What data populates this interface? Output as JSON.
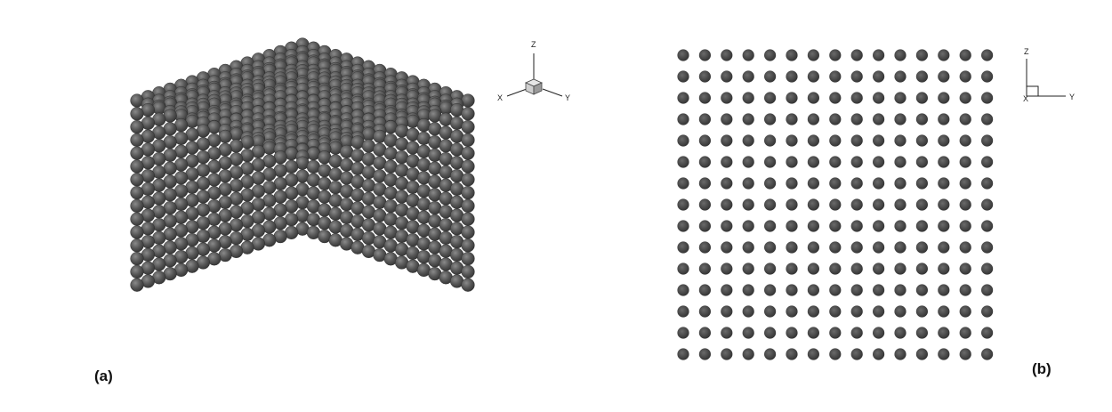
{
  "figure": {
    "panel_a": {
      "label": "(a)",
      "view": "isometric cube of spheres",
      "grid": {
        "nx": 16,
        "ny": 16,
        "nz": 15
      },
      "triad": {
        "z": "Z",
        "x": "X",
        "y": "Y"
      }
    },
    "panel_b": {
      "label": "(b)",
      "view": "side view lattice",
      "grid": {
        "cols": 15,
        "rows": 15
      },
      "triad": {
        "z": "Z",
        "x": "X",
        "y": "Y"
      }
    },
    "colors": {
      "sphere_dark": "#3a3a3a",
      "sphere_mid": "#5a5a5a",
      "sphere_highlight": "#8a8a8a",
      "dot": "#3c3c3c",
      "triad_box_light": "#d8d8d8",
      "triad_box_dark": "#9a9a9a"
    }
  }
}
